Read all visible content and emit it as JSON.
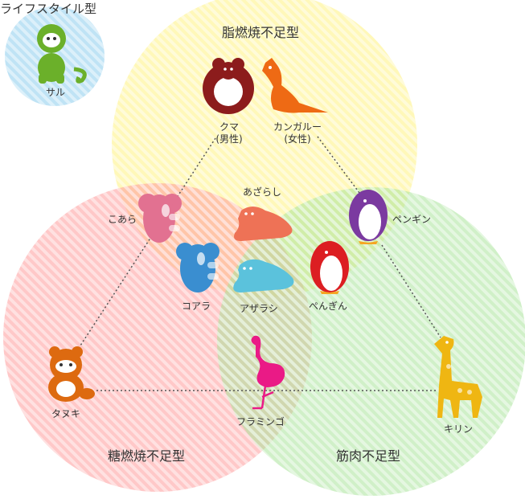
{
  "corner_title": "ライフスタイル型",
  "circles": {
    "top": "脂燃焼不足型",
    "left": "糖燃焼不足型",
    "right": "筋肉不足型",
    "saru": "サル"
  },
  "animals": {
    "kuma": [
      "クマ",
      "(男性)"
    ],
    "kangaroo": [
      "カンガルー",
      "(女性)"
    ],
    "koara_hira": "こあら",
    "azarashi_hira": "あざらし",
    "penguin_kata": "ペンギン",
    "koara_kata": "コアラ",
    "azarashi_kata": "アザラシ",
    "penguin_hira": "ぺんぎん",
    "tanuki": "タヌキ",
    "flamingo": "フラミンゴ",
    "kirin": "キリン"
  },
  "colors": {
    "top_circle": "#fff38a",
    "left_circle": "#ff9a9a",
    "right_circle": "#a9e39a",
    "saru_circle": "#bfe3f5",
    "saru": "#6bb02a",
    "kuma": "#8c1c1c",
    "kangaroo": "#ee6a14",
    "koara_hira": "#e27191",
    "azarashi_hira": "#ee7256",
    "penguin_kata": "#7b3aa0",
    "koara_kata": "#3a8ed0",
    "azarashi_kata": "#5bc2dc",
    "penguin_hira": "#dc1e22",
    "tanuki": "#dd6a10",
    "flamingo": "#ea1a86",
    "kirin": "#efb612"
  }
}
